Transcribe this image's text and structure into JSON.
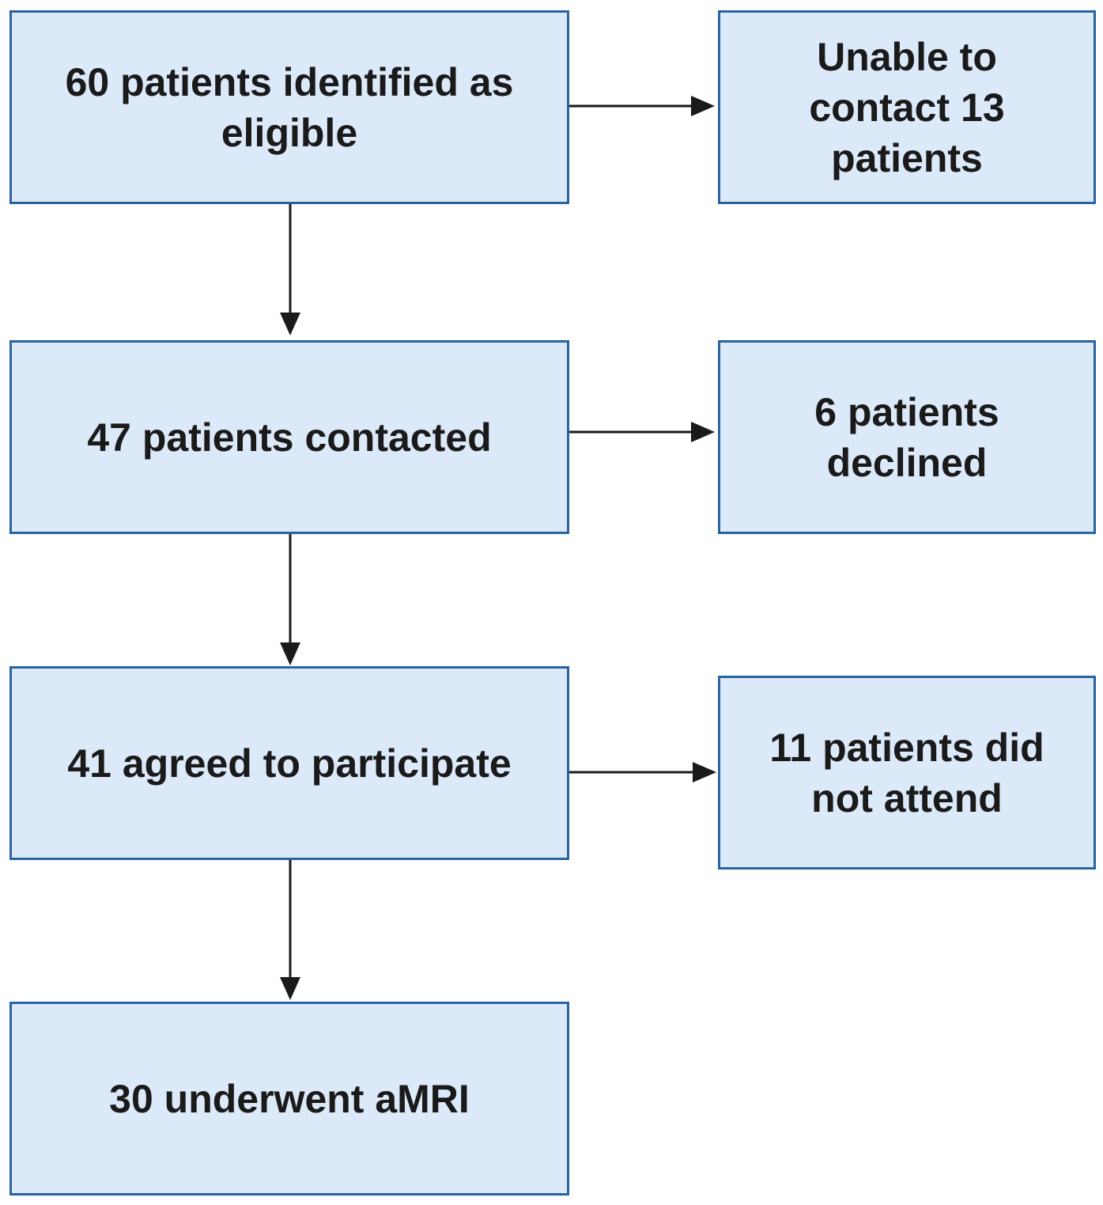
{
  "flow": {
    "eligible": "60 patients identified as eligible",
    "contacted": "47 patients contacted",
    "agreed": "41 agreed to participate",
    "amri": "30 underwent aMRI"
  },
  "exclusions": {
    "unable_to_contact": "Unable to contact 13 patients",
    "declined": "6 patients declined",
    "did_not_attend": "11 patients did not attend"
  },
  "colors": {
    "box_fill": "#dce9f8",
    "box_border": "#2a64a0",
    "text": "#1a1a1a",
    "arrow": "#1a1a1a"
  }
}
